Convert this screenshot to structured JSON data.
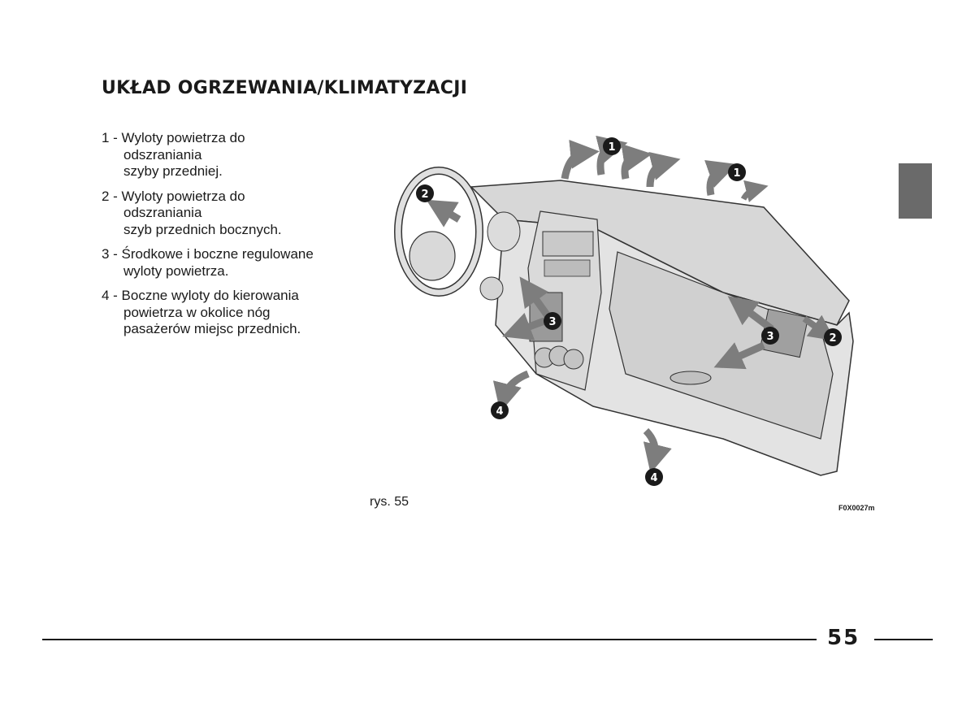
{
  "page": {
    "title": "UKŁAD OGRZEWANIA/KLIMATYZACJI",
    "page_number": "55",
    "section_tab_color": "#6a6a6a"
  },
  "legend": [
    {
      "lines": [
        "1 - Wyloty powietrza do",
        "odszraniania",
        "szyby przedniej."
      ]
    },
    {
      "lines": [
        "2 - Wyloty powietrza do",
        "odszraniania",
        "szyb przednich bocznych."
      ]
    },
    {
      "lines": [
        "3 - Środkowe i boczne regulowane",
        "wyloty powietrza."
      ]
    },
    {
      "lines": [
        "4 - Boczne wyloty do kierowania",
        "powietrza w okolice nóg",
        "pasażerów miejsc przednich."
      ]
    }
  ],
  "figure": {
    "caption": "rys. 55",
    "code": "F0X0027m",
    "markers": [
      "1",
      "1",
      "2",
      "2",
      "3",
      "3",
      "4",
      "4"
    ]
  }
}
